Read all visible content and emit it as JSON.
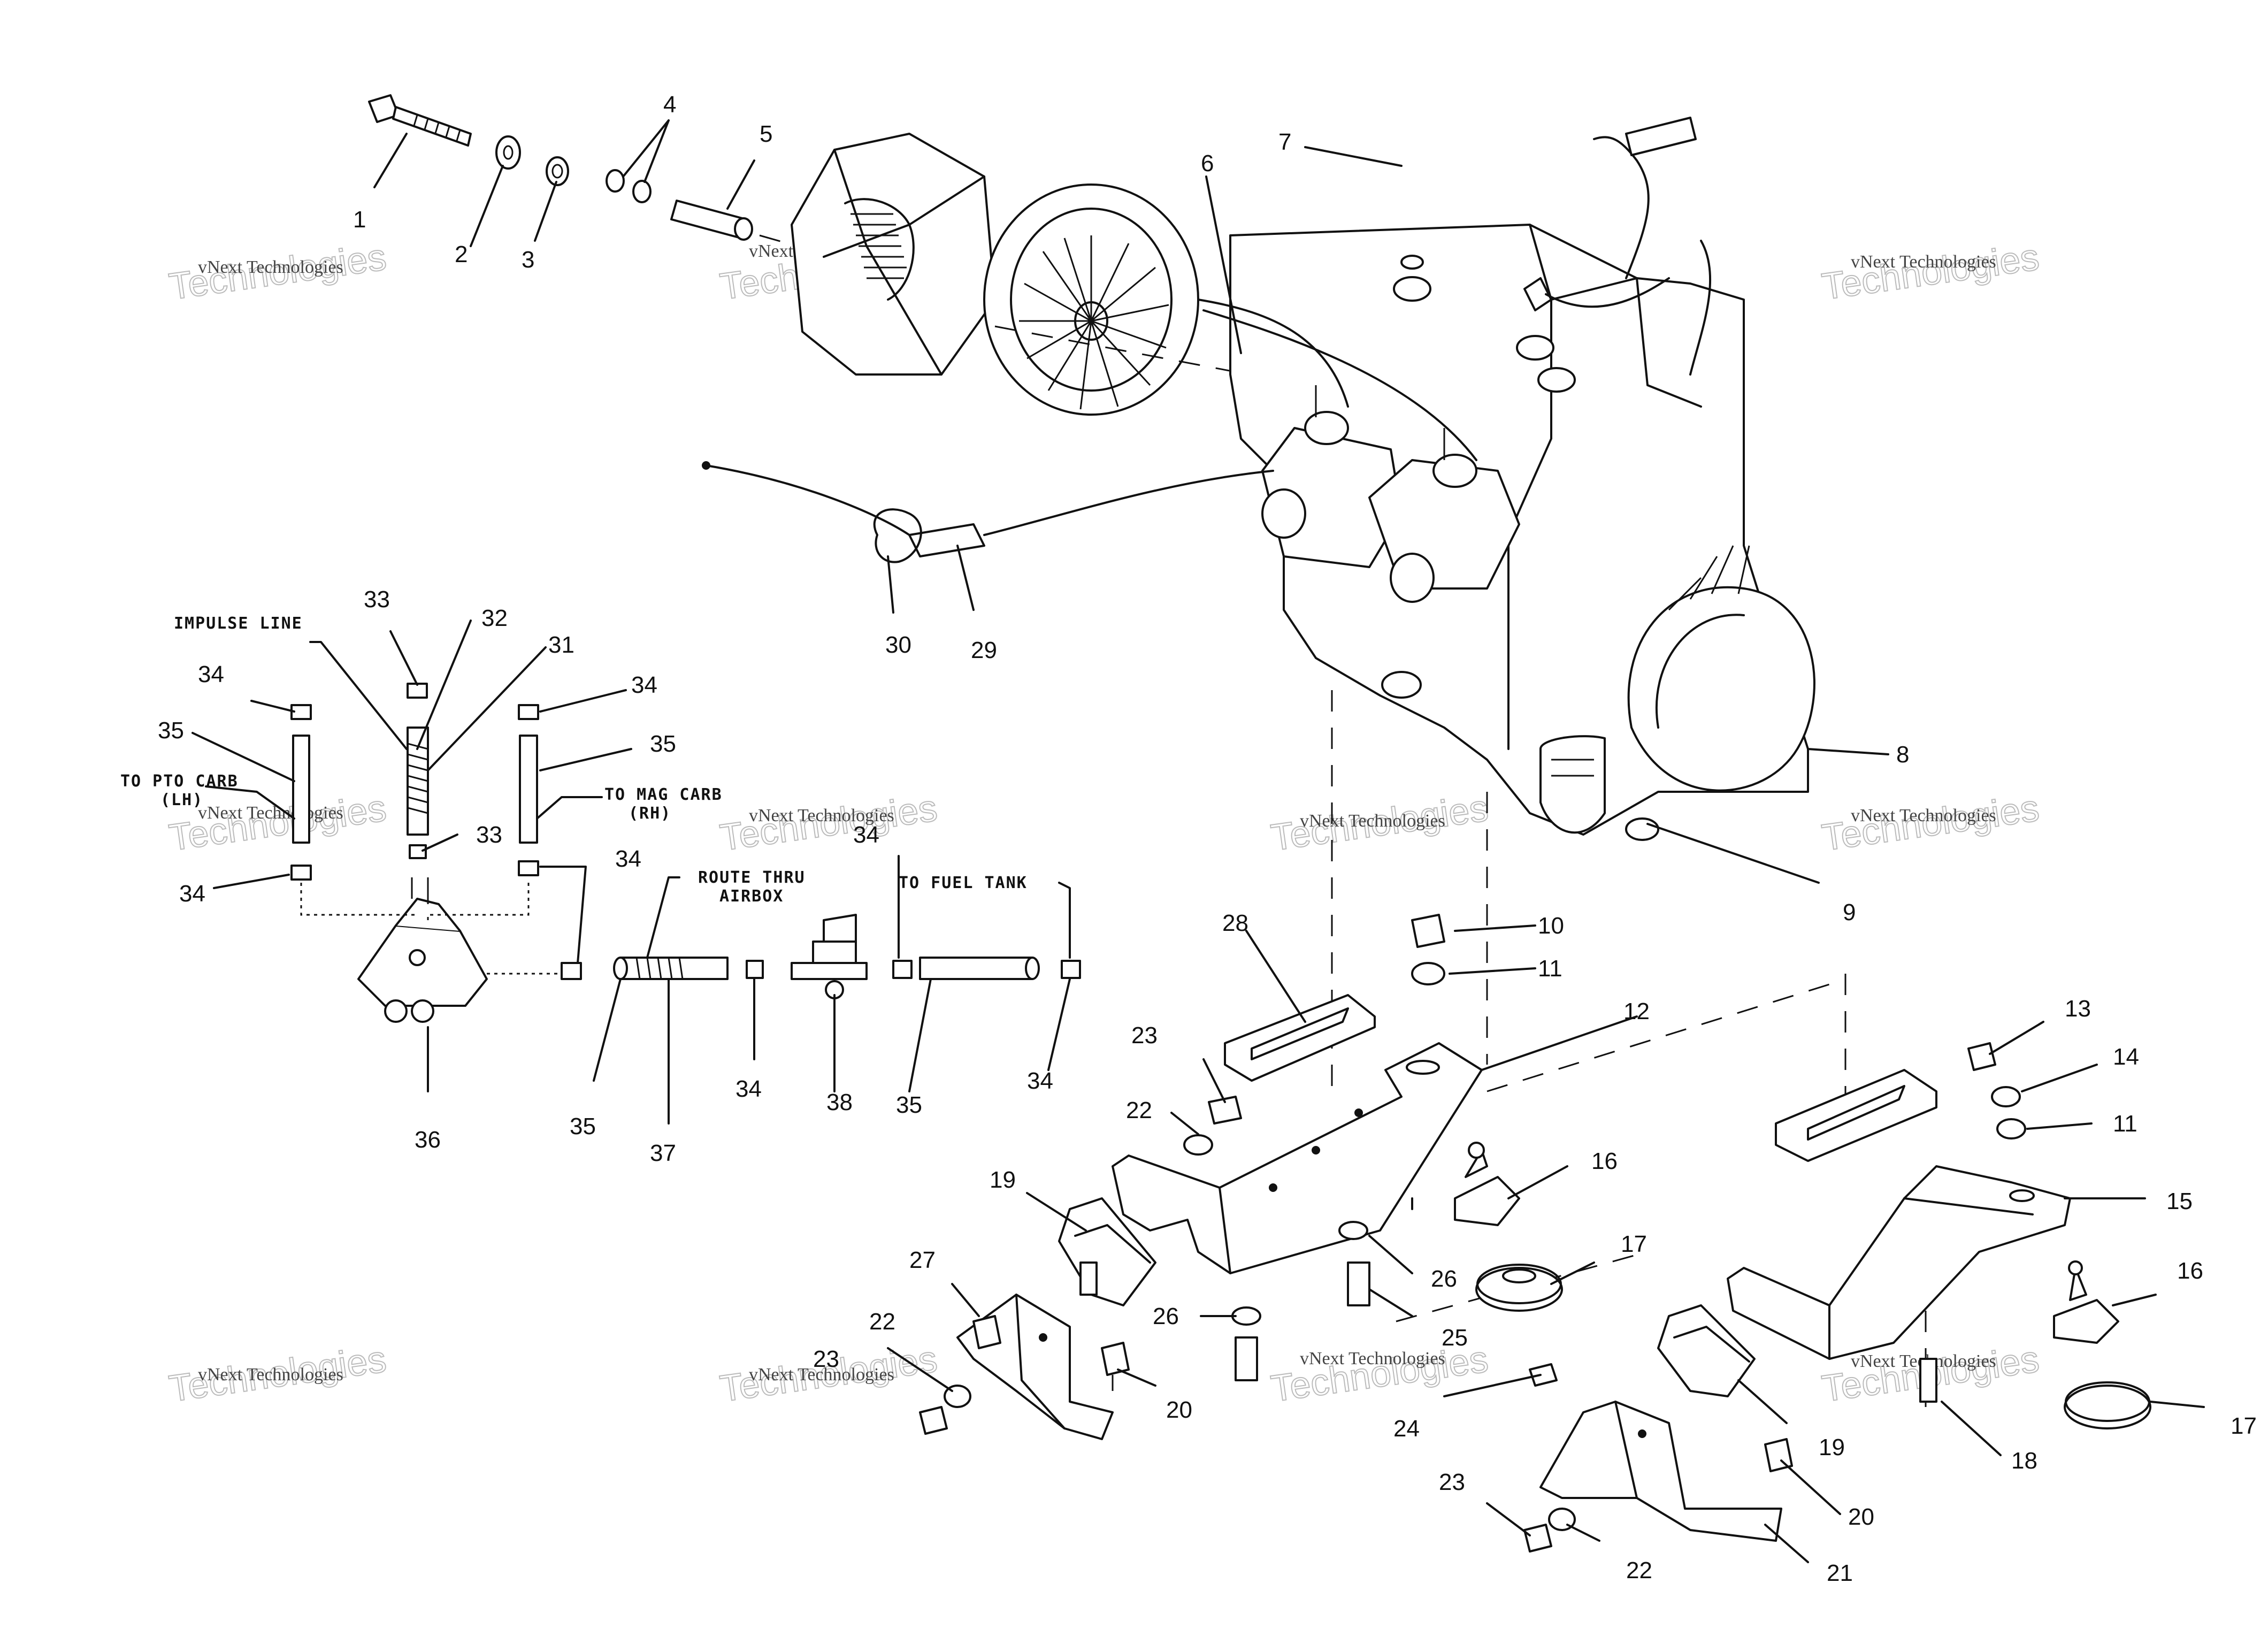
{
  "labels": {
    "l1": "1",
    "l2": "2",
    "l3": "3",
    "l4": "4",
    "l5": "5",
    "l6": "6",
    "l7": "7",
    "l8": "8",
    "l9": "9",
    "l10": "10",
    "l11a": "11",
    "l11b": "11",
    "l12": "12",
    "l13": "13",
    "l14": "14",
    "l15": "15",
    "l16a": "16",
    "l16b": "16",
    "l17a": "17",
    "l17b": "17",
    "l18": "18",
    "l19a": "19",
    "l19b": "19",
    "l20a": "20",
    "l20b": "20",
    "l21": "21",
    "l22a": "22",
    "l22b": "22",
    "l22c": "22",
    "l23a": "23",
    "l23b": "23",
    "l23c": "23",
    "l24": "24",
    "l25": "25",
    "l26a": "26",
    "l26b": "26",
    "l27": "27",
    "l28": "28",
    "l29": "29",
    "l30": "30",
    "l31": "31",
    "l32": "32",
    "l33a": "33",
    "l33b": "33",
    "l34a": "34",
    "l34b": "34",
    "l34c": "34",
    "l34d": "34",
    "l34e": "34",
    "l34f": "34",
    "l34g": "34",
    "l35a": "35",
    "l35b": "35",
    "l35c": "35",
    "l35d": "35",
    "l36": "36",
    "l37": "37",
    "l38": "38"
  },
  "notes": {
    "impulse_line": "IMPULSE LINE",
    "to_pto_carb_1": "TO PTO CARB",
    "to_pto_carb_2": "(LH)",
    "to_mag_carb_1": "TO MAG CARB",
    "to_mag_carb_2": "(RH)",
    "route_thru_1": "ROUTE THRU",
    "route_thru_2": "AIRBOX",
    "to_fuel_tank": "TO FUEL TANK"
  },
  "watermark": {
    "line1": "vNext Technologies",
    "line2": "Technologies"
  }
}
